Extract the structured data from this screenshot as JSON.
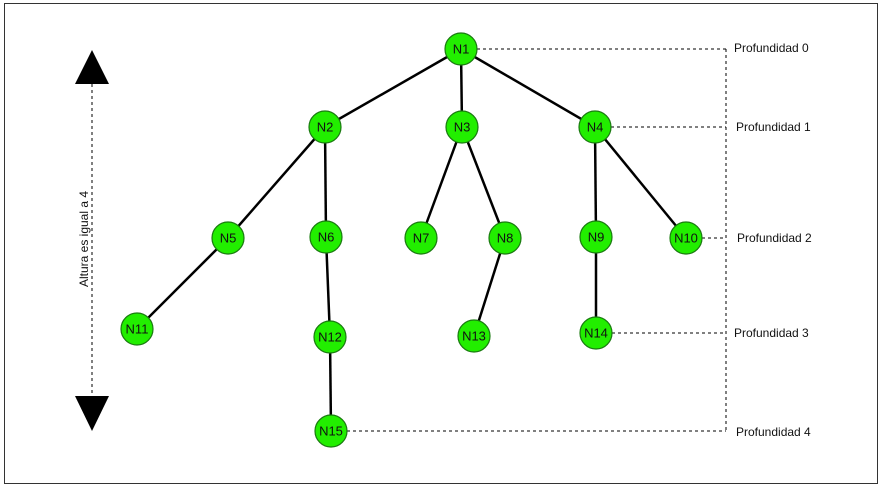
{
  "colors": {
    "node_fill": "#22ee00",
    "node_stroke": "#1a7a10",
    "edge": "#000000",
    "guide": "#000000",
    "arrow": "#000000"
  },
  "tree": {
    "nodes": [
      {
        "id": "N1",
        "label": "N1"
      },
      {
        "id": "N2",
        "label": "N2"
      },
      {
        "id": "N3",
        "label": "N3"
      },
      {
        "id": "N4",
        "label": "N4"
      },
      {
        "id": "N5",
        "label": "N5"
      },
      {
        "id": "N6",
        "label": "N6"
      },
      {
        "id": "N7",
        "label": "N7"
      },
      {
        "id": "N8",
        "label": "N8"
      },
      {
        "id": "N9",
        "label": "N9"
      },
      {
        "id": "N10",
        "label": "N10"
      },
      {
        "id": "N11",
        "label": "N11"
      },
      {
        "id": "N12",
        "label": "N12"
      },
      {
        "id": "N13",
        "label": "N13"
      },
      {
        "id": "N14",
        "label": "N14"
      },
      {
        "id": "N15",
        "label": "N15"
      }
    ],
    "edges": [
      [
        "N1",
        "N2"
      ],
      [
        "N1",
        "N3"
      ],
      [
        "N1",
        "N4"
      ],
      [
        "N2",
        "N5"
      ],
      [
        "N2",
        "N6"
      ],
      [
        "N3",
        "N7"
      ],
      [
        "N3",
        "N8"
      ],
      [
        "N4",
        "N9"
      ],
      [
        "N4",
        "N10"
      ],
      [
        "N5",
        "N11"
      ],
      [
        "N6",
        "N12"
      ],
      [
        "N8",
        "N13"
      ],
      [
        "N9",
        "N14"
      ],
      [
        "N12",
        "N15"
      ]
    ]
  },
  "depth_labels": [
    {
      "text": "Profundidad 0",
      "node": "N1"
    },
    {
      "text": "Profundidad 1",
      "node": "N4"
    },
    {
      "text": "Profundidad 2",
      "node": "N10"
    },
    {
      "text": "Profundidad 3",
      "node": "N14"
    },
    {
      "text": "Profundidad 4",
      "node": "N15"
    }
  ],
  "height_label": "Altura es igual a 4"
}
